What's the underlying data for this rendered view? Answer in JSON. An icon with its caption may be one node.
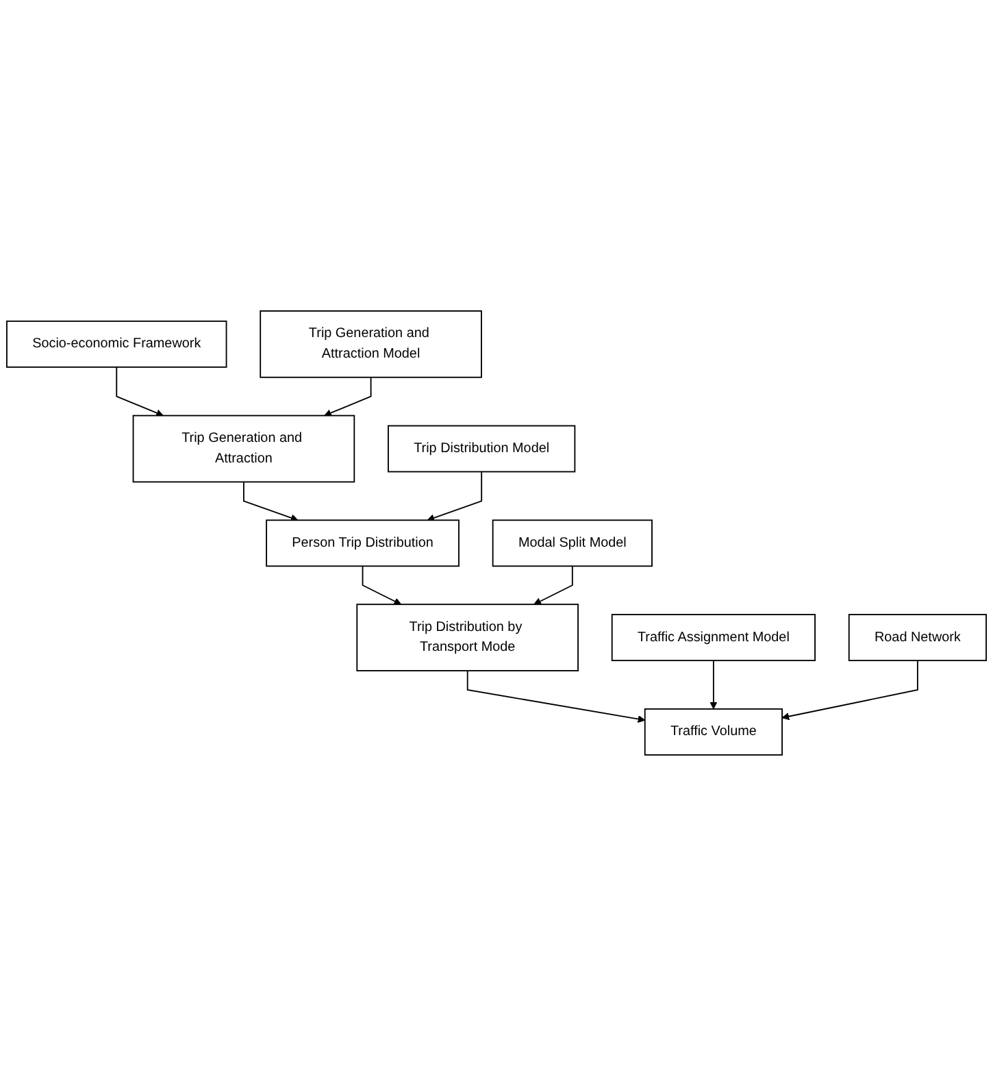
{
  "diagram": {
    "nodes": [
      {
        "text": [
          "Socio-economic Framework"
        ]
      },
      {
        "text": [
          "Trip Generation and Attraction Model"
        ]
      },
      {
        "text": [
          "Trip Generation and Attraction"
        ]
      },
      {
        "text": [
          "Trip Distribution Model"
        ]
      },
      {
        "text": [
          "Person Trip Distribution"
        ]
      },
      {
        "text": [
          "Modal Split Model"
        ]
      },
      {
        "text": [
          "Trip Distribution by Transport Mode"
        ]
      },
      {
        "text": [
          "Traffic Assignment Model"
        ]
      },
      {
        "text": [
          "Traffic Volume"
        ]
      },
      {
        "text": [
          "Road Network"
        ]
      }
    ],
    "edges": [
      {
        "from": 0,
        "to": 2,
        "arrow": "to"
      },
      {
        "from": 1,
        "to": 2,
        "arrow": "to"
      },
      {
        "from": 2,
        "to": 4,
        "arrow": "to"
      },
      {
        "from": 3,
        "to": 4,
        "arrow": "to"
      },
      {
        "from": 4,
        "to": 6,
        "arrow": "to"
      },
      {
        "from": 5,
        "to": 6,
        "arrow": "to"
      },
      {
        "from": 6,
        "to": 8,
        "arrow": "to"
      },
      {
        "from": 7,
        "to": 8,
        "arrow": "to"
      },
      {
        "from": 9,
        "to": 8,
        "arrow": "to"
      }
    ]
  }
}
